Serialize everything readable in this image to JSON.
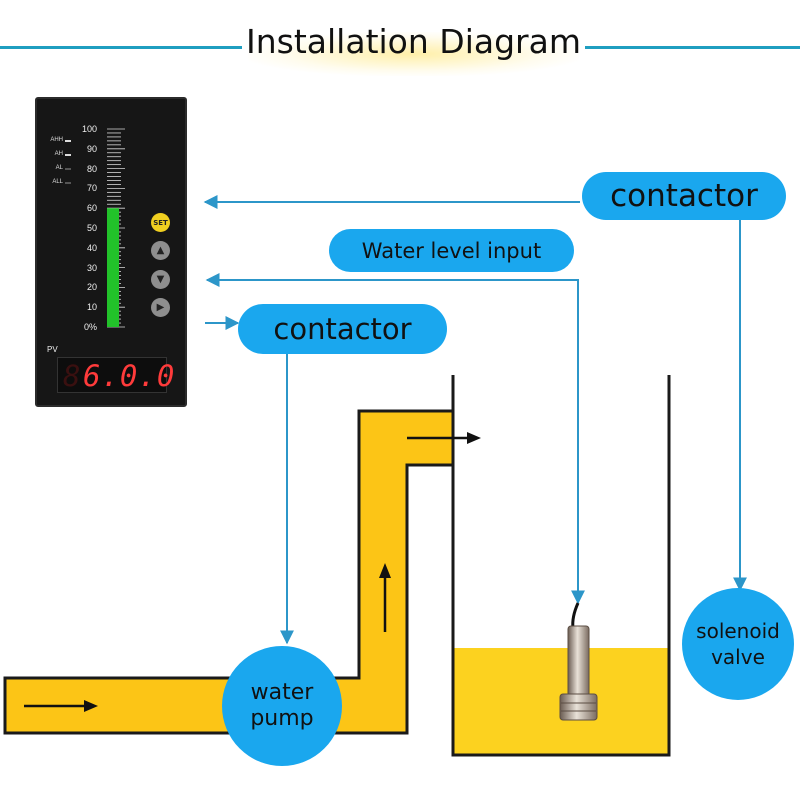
{
  "title": "Installation Diagram",
  "colors": {
    "accent_line": "#1f9ec0",
    "label_blue": "#1aa7ee",
    "pipe_yellow": "#fcc516",
    "water_yellow": "#fcd21f",
    "meter_body": "#161616",
    "bar_green": "#22c22a",
    "display_red": "#ff3b3b"
  },
  "labels": {
    "contactor_top": "contactor",
    "water_level_input": "Water level input",
    "contactor_left": "contactor",
    "water_pump_line1": "water",
    "water_pump_line2": "pump",
    "solenoid_valve_line1": "solenoid",
    "solenoid_valve_line2": "valve"
  },
  "meter": {
    "alarms": [
      "AHH",
      "AH",
      "AL",
      "ALL"
    ],
    "scale": [
      "100",
      "90",
      "80",
      "70",
      "60",
      "50",
      "40",
      "30",
      "20",
      "10",
      "0%"
    ],
    "level_percent": 60,
    "set_label": "SET",
    "pv_label": "PV",
    "pv_ghost": "8",
    "pv_value": "6.0.0"
  },
  "icons": {
    "up_button": "chevron-up-icon",
    "down_button": "chevron-down-icon",
    "right_button": "chevron-right-icon",
    "flow_arrows": "arrow-icon",
    "sensor": "level-sensor-icon"
  }
}
